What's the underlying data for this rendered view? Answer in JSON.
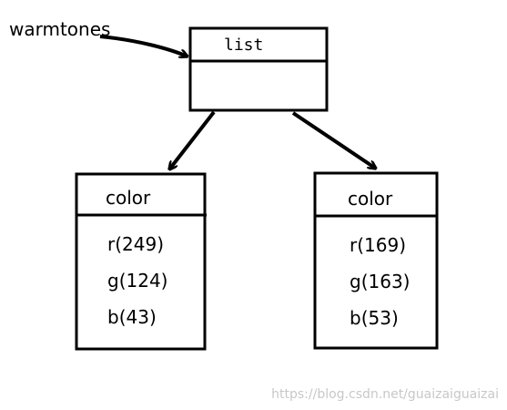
{
  "variable": {
    "name": "warmtones"
  },
  "list_node": {
    "title": "list"
  },
  "color_nodes": [
    {
      "title": "color",
      "fields": [
        "r(249)",
        "g(124)",
        "b(43)"
      ]
    },
    {
      "title": "color",
      "fields": [
        "r(169)",
        "g(163)",
        "b(53)"
      ]
    }
  ],
  "watermark": "https://blog.csdn.net/guaizaiguaizai",
  "colors": {
    "stroke": "#000000",
    "text": "#000000",
    "watermark": "#c8c8c8"
  }
}
